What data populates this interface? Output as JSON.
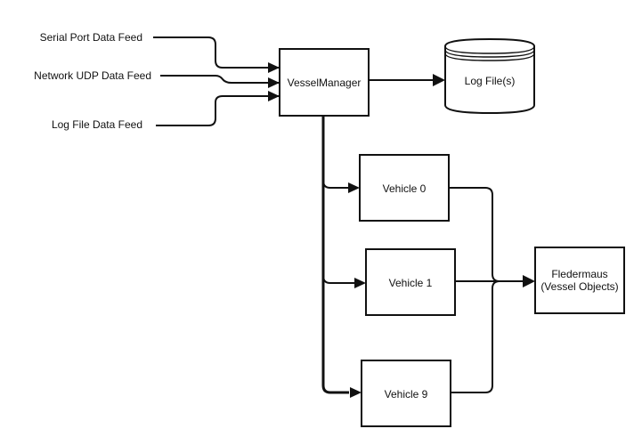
{
  "diagram": {
    "sources": [
      {
        "id": "serial",
        "label": "Serial Port Data Feed"
      },
      {
        "id": "udp",
        "label": "Network UDP Data Feed"
      },
      {
        "id": "logfeed",
        "label": "Log File Data Feed"
      }
    ],
    "manager": {
      "label": "VesselManager"
    },
    "log_store": {
      "label": "Log File(s)",
      "shape": "cylinder"
    },
    "vehicles": [
      {
        "id": "v0",
        "label": "Vehicle 0"
      },
      {
        "id": "v1",
        "label": "Vehicle 1"
      },
      {
        "id": "v9",
        "label": "Vehicle 9"
      }
    ],
    "sink": {
      "line1": "Fledermaus",
      "line2": "(Vessel Objects)"
    },
    "edges": [
      [
        "serial",
        "manager"
      ],
      [
        "udp",
        "manager"
      ],
      [
        "logfeed",
        "manager"
      ],
      [
        "manager",
        "log_store"
      ],
      [
        "manager",
        "v0"
      ],
      [
        "manager",
        "v1"
      ],
      [
        "manager",
        "v9"
      ],
      [
        "v0",
        "sink"
      ],
      [
        "v1",
        "sink"
      ],
      [
        "v9",
        "sink"
      ]
    ]
  }
}
